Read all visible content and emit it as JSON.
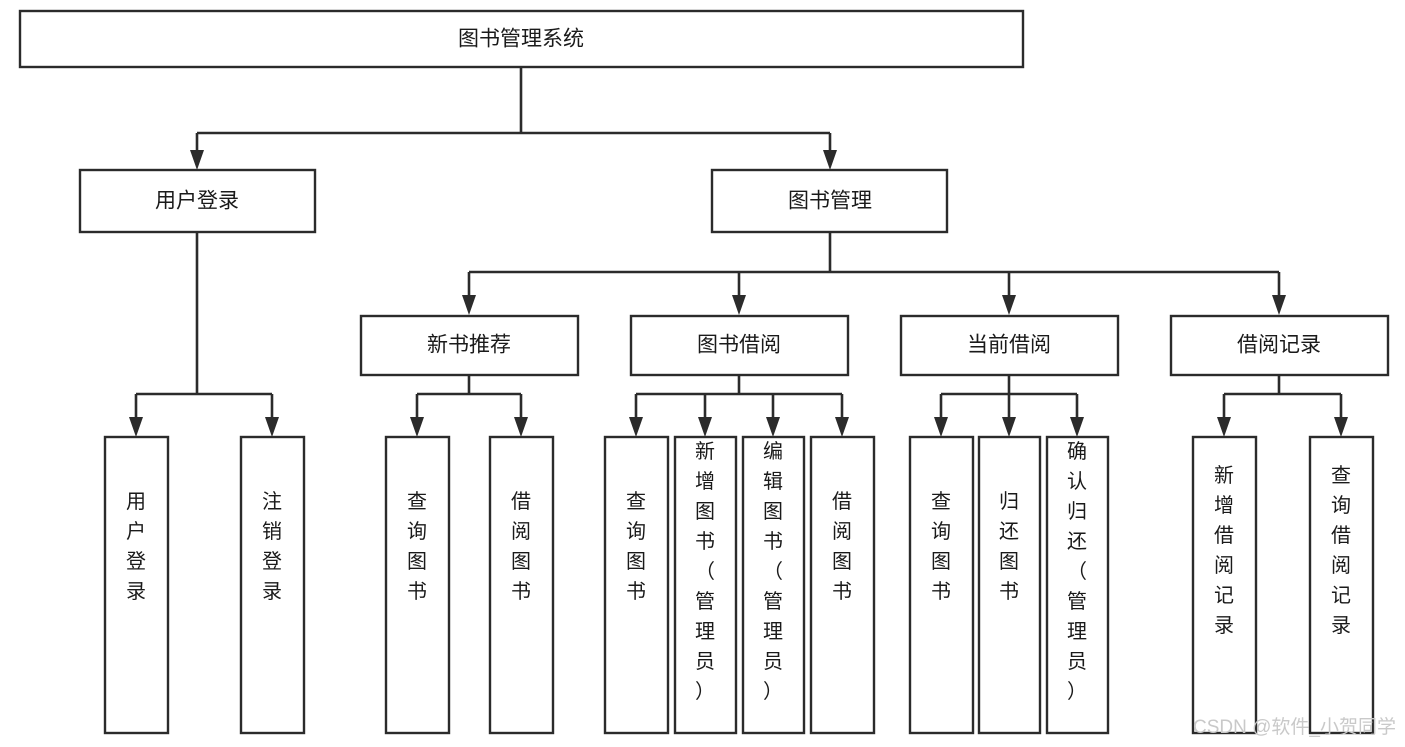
{
  "diagram": {
    "title": "图书管理系统",
    "type": "hierarchy-tree",
    "colors": {
      "box_stroke": "#2b2b2b",
      "box_fill": "#ffffff",
      "text": "#1a1a1a",
      "background": "#ffffff",
      "watermark": "#c9c9c9"
    },
    "root": {
      "label": "图书管理系统"
    },
    "level2": [
      {
        "label": "用户登录"
      },
      {
        "label": "图书管理"
      }
    ],
    "level3": [
      {
        "label": "新书推荐"
      },
      {
        "label": "图书借阅"
      },
      {
        "label": "当前借阅"
      },
      {
        "label": "借阅记录"
      }
    ],
    "leaves": {
      "user_login": [
        {
          "label": "用户登录"
        },
        {
          "label": "注销登录"
        }
      ],
      "new_book_recommend": [
        {
          "label": "查询图书"
        },
        {
          "label": "借阅图书"
        }
      ],
      "book_borrow": [
        {
          "label": "查询图书"
        },
        {
          "label": "新增图书（管理员）"
        },
        {
          "label": "编辑图书（管理员）"
        },
        {
          "label": "借阅图书"
        }
      ],
      "current_borrow": [
        {
          "label": "查询图书"
        },
        {
          "label": "归还图书"
        },
        {
          "label": "确认归还（管理员）"
        }
      ],
      "borrow_record": [
        {
          "label": "新增借阅记录"
        },
        {
          "label": "查询借阅记录"
        }
      ]
    }
  },
  "watermark": {
    "text": "CSDN @软件_小贺同学"
  }
}
